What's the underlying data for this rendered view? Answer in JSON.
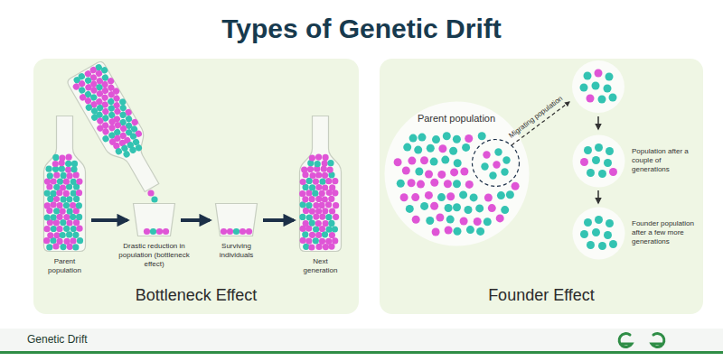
{
  "diagram": {
    "title": "Types of Genetic Drift",
    "nodes": [
      {
        "text": [
          "Bottleneck Effect"
        ]
      },
      {
        "text": [
          "Parent population"
        ],
        "in": 0
      },
      {
        "text": [
          "Drastic reduction in population (bottleneck effect)"
        ],
        "in": 0
      },
      {
        "text": [
          "Surviving individuals"
        ],
        "in": 0
      },
      {
        "text": [
          "Next generation"
        ],
        "in": 0
      },
      {
        "text": [
          "Founder Effect"
        ]
      },
      {
        "text": [
          "Parent population"
        ],
        "in": 5
      },
      {
        "text": [
          "Population after a couple of generations"
        ],
        "in": 5
      },
      {
        "text": [
          "Founder population after a few more generations"
        ],
        "in": 5
      }
    ],
    "edges": [
      {
        "from": 1,
        "to": 2,
        "arrow": "to"
      },
      {
        "from": 2,
        "to": 3,
        "arrow": "to"
      },
      {
        "from": 3,
        "to": 4,
        "arrow": "to"
      },
      {
        "from": 7,
        "to": 8,
        "arrow": "to"
      }
    ],
    "labels": [
      "Migrating population",
      "Genetic Drift"
    ]
  }
}
